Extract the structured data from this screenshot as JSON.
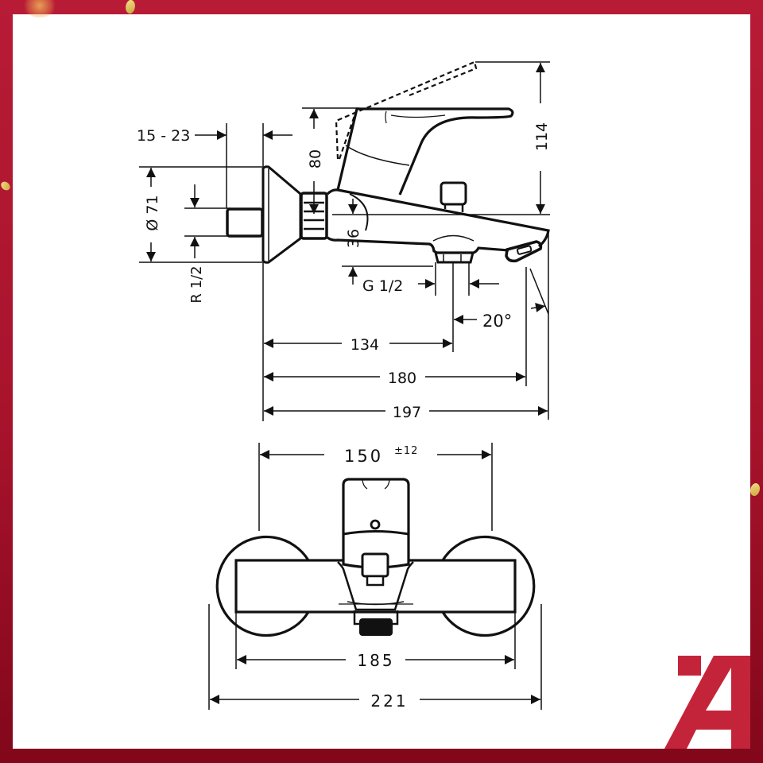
{
  "frame": {
    "border_color_top": "#b81b36",
    "border_color_bottom": "#82071a",
    "background": "#ffffff"
  },
  "side_view": {
    "labels": {
      "wall_distance": "15 - 23",
      "escutcheon_diameter": "Ø 71",
      "inlet_thread": "R 1/2",
      "handle_height": "80",
      "total_height": "114",
      "spout_height": "36",
      "outlet_thread": "G 1/2",
      "angle": "20°",
      "dim_134": "134",
      "dim_180": "180",
      "dim_197": "197"
    }
  },
  "front_view": {
    "labels": {
      "center_distance": "150",
      "center_tolerance": "±12",
      "body_width": "185",
      "total_width": "221"
    }
  },
  "logo": {
    "name": "A-logo",
    "color": "#c4243a"
  }
}
